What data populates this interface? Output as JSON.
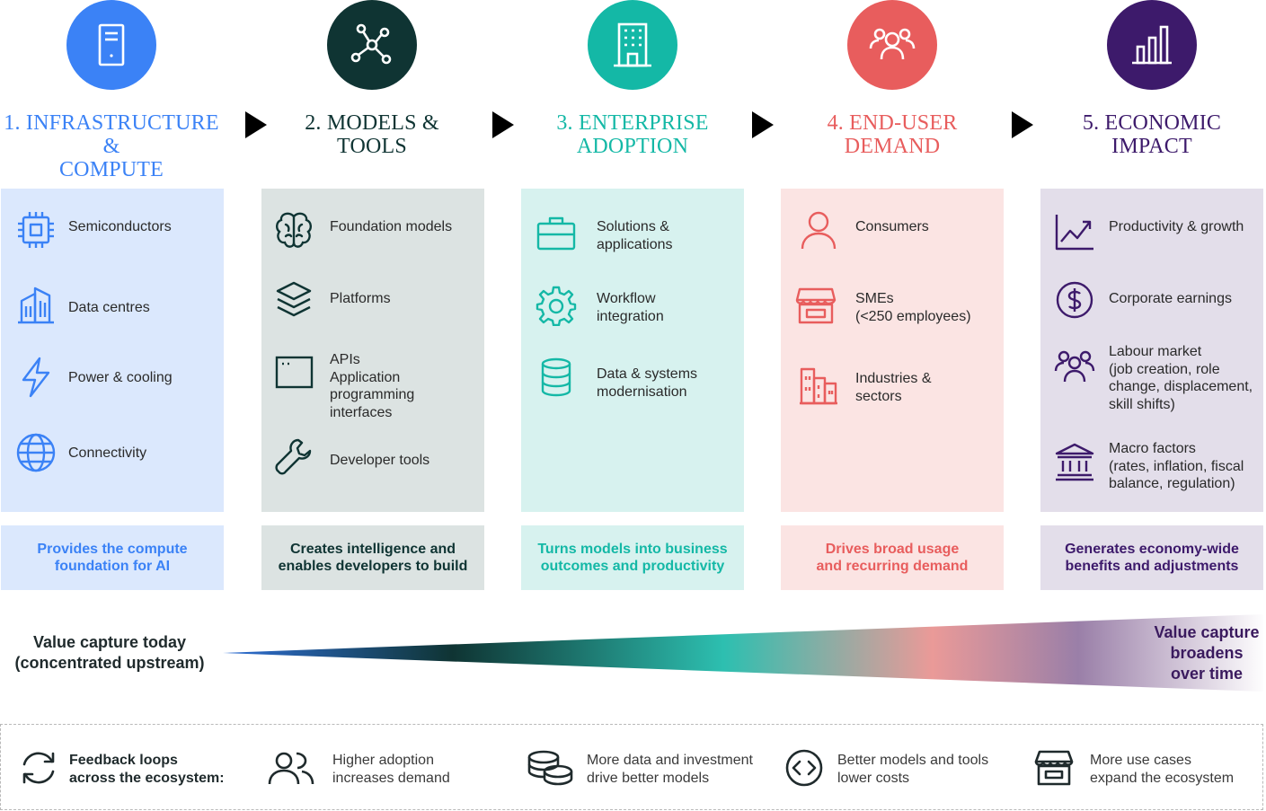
{
  "stages": [
    {
      "title_line1": "1. INFRASTRUCTURE &",
      "title_line2": "COMPUTE",
      "icon": "server-icon",
      "color": "#3b82f6",
      "items": [
        {
          "label": "Semiconductors",
          "icon": "chip-icon"
        },
        {
          "label": "Data centres",
          "icon": "building-icon"
        },
        {
          "label": "Power & cooling",
          "icon": "bolt-icon"
        },
        {
          "label": "Connectivity",
          "icon": "globe-icon"
        }
      ],
      "summary_line1": "Provides the compute",
      "summary_line2": "foundation for AI"
    },
    {
      "title_line1": "2. MODELS &",
      "title_line2": "TOOLS",
      "icon": "network-icon",
      "color": "#0f3433",
      "items": [
        {
          "label": "Foundation models",
          "icon": "brain-icon"
        },
        {
          "label": "Platforms",
          "icon": "layers-icon"
        },
        {
          "label": "APIs\nApplication\nprogramming\ninterfaces",
          "icon": "window-icon"
        },
        {
          "label": "Developer tools",
          "icon": "wrench-icon"
        }
      ],
      "summary_line1": "Creates intelligence and",
      "summary_line2": "enables developers to build"
    },
    {
      "title_line1": "3. ENTERPRISE",
      "title_line2": "ADOPTION",
      "icon": "office-icon",
      "color": "#14b8a6",
      "items": [
        {
          "label": "Solutions &\napplications",
          "icon": "briefcase-icon"
        },
        {
          "label": "Workflow\nintegration",
          "icon": "gear-icon"
        },
        {
          "label": "Data & systems\nmodernisation",
          "icon": "database-icon"
        }
      ],
      "summary_line1": "Turns models into business",
      "summary_line2": "outcomes and productivity"
    },
    {
      "title_line1": "4. END-USER",
      "title_line2": "DEMAND",
      "icon": "users-icon",
      "color": "#e85d5d",
      "items": [
        {
          "label": "Consumers",
          "icon": "person-icon"
        },
        {
          "label": "SMEs\n(<250 employees)",
          "icon": "store-icon"
        },
        {
          "label": "Industries &\nsectors",
          "icon": "city-icon"
        }
      ],
      "summary_line1": "Drives broad usage",
      "summary_line2": "and recurring demand"
    },
    {
      "title_line1": "5. ECONOMIC",
      "title_line2": "IMPACT",
      "icon": "bar-chart-icon",
      "color": "#3d1a6b",
      "items": [
        {
          "label": "Productivity & growth",
          "icon": "trend-icon"
        },
        {
          "label": "Corporate earnings",
          "icon": "dollar-icon"
        },
        {
          "label": "Labour market\n(job creation, role\nchange, displacement,\nskill shifts)",
          "icon": "group-icon"
        },
        {
          "label": "Macro factors\n(rates, inflation, fiscal\nbalance, regulation)",
          "icon": "bank-icon"
        }
      ],
      "summary_line1": "Generates economy-wide",
      "summary_line2": "benefits and adjustments"
    }
  ],
  "value_capture": {
    "left_line1": "Value capture today",
    "left_line2": "(concentrated upstream)",
    "right_line1": "Value capture",
    "right_line2": "broadens",
    "right_line3": "over time"
  },
  "feedback": {
    "title_line1": "Feedback loops",
    "title_line2": "across the ecosystem:",
    "items": [
      {
        "line1": "Higher adoption",
        "line2": "increases demand",
        "icon": "people-icon"
      },
      {
        "line1": "More data and investment",
        "line2": "drive better models",
        "icon": "coins-icon"
      },
      {
        "line1": "Better models and tools",
        "line2": "lower costs",
        "icon": "code-icon"
      },
      {
        "line1": "More use cases",
        "line2": "expand the ecosystem",
        "icon": "shop-icon"
      }
    ]
  }
}
